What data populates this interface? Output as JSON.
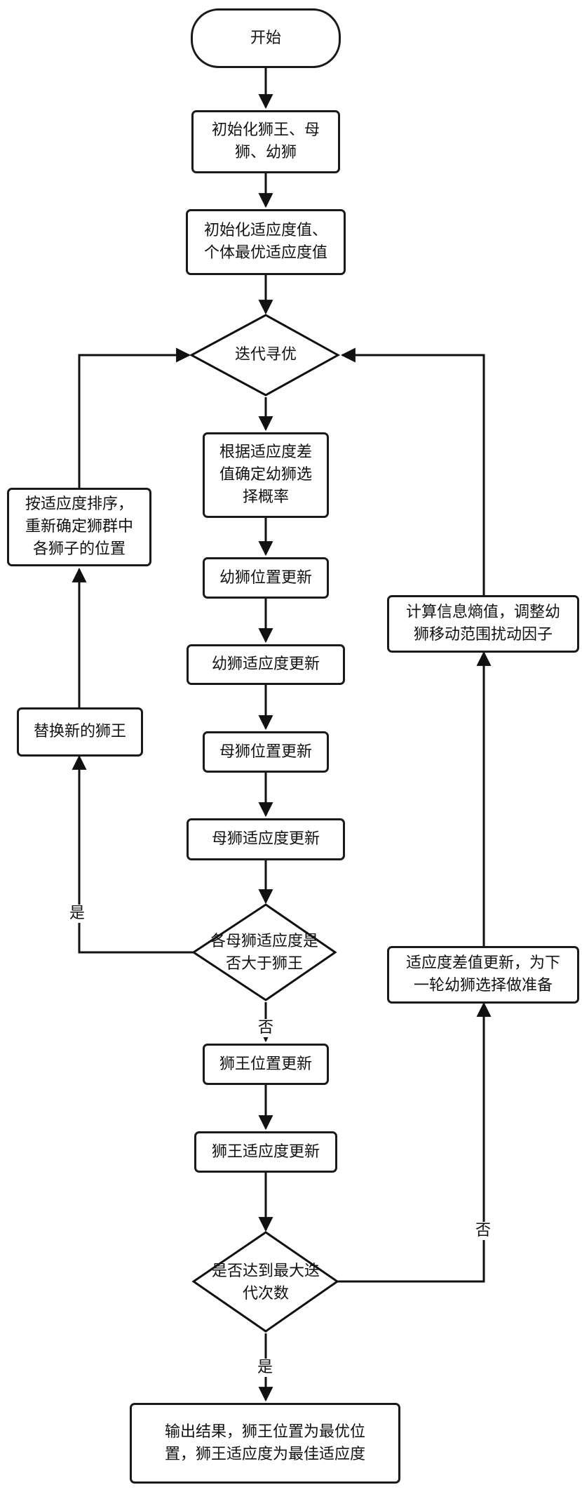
{
  "nodes": {
    "start": "开始",
    "init_lions": "初始化狮王、母\n狮、幼狮",
    "init_fitness": "初始化适应度值、\n个体最优适应度值",
    "iterate": "迭代寻优",
    "cub_prob": "根据适应度差\n值确定幼狮选\n择概率",
    "cub_pos": "幼狮位置更新",
    "cub_fit": "幼狮适应度更新",
    "lioness_pos": "母狮位置更新",
    "lioness_fit": "母狮适应度更新",
    "compare_king": "各母狮适应度是\n否大于狮王",
    "king_pos": "狮王位置更新",
    "king_fit": "狮王适应度更新",
    "max_iter": "是否达到最大迭\n代次数",
    "output": "输出结果，狮王位置为最优位\n置，狮王适应度为最佳适应度",
    "replace_king": "替换新的狮王",
    "resort": "按适应度排序，\n重新确定狮群中\n各狮子的位置",
    "entropy": "计算信息熵值，调整幼\n狮移动范围扰动因子",
    "diff_update": "适应度差值更新，为下\n一轮幼狮选择做准备"
  },
  "edge_labels": {
    "compare_yes": "是",
    "compare_no": "否",
    "max_yes": "是",
    "max_no": "否"
  }
}
